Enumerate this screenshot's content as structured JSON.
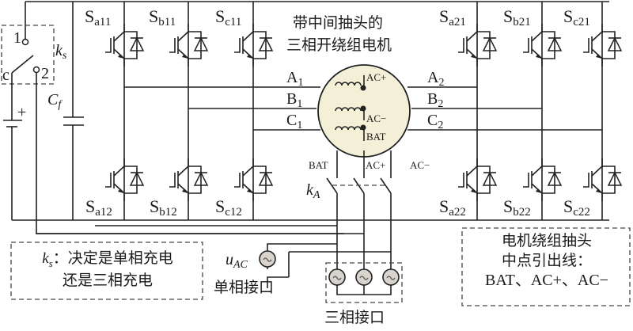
{
  "title_lines": [
    "带中间抽头的",
    "三相开绕组电机"
  ],
  "switches_upper_left": [
    {
      "base": "S",
      "sub": "a11"
    },
    {
      "base": "S",
      "sub": "b11"
    },
    {
      "base": "S",
      "sub": "c11"
    }
  ],
  "switches_lower_left": [
    {
      "base": "S",
      "sub": "a12"
    },
    {
      "base": "S",
      "sub": "b12"
    },
    {
      "base": "S",
      "sub": "c12"
    }
  ],
  "switches_upper_right": [
    {
      "base": "S",
      "sub": "a21"
    },
    {
      "base": "S",
      "sub": "b21"
    },
    {
      "base": "S",
      "sub": "c21"
    }
  ],
  "switches_lower_right": [
    {
      "base": "S",
      "sub": "a22"
    },
    {
      "base": "S",
      "sub": "b22"
    },
    {
      "base": "S",
      "sub": "c22"
    }
  ],
  "phases_left": [
    {
      "base": "A",
      "sub": "1"
    },
    {
      "base": "B",
      "sub": "1"
    },
    {
      "base": "C",
      "sub": "1"
    }
  ],
  "phases_right": [
    {
      "base": "A",
      "sub": "2"
    },
    {
      "base": "B",
      "sub": "2"
    },
    {
      "base": "C",
      "sub": "2"
    }
  ],
  "motor_taps": [
    "AC+",
    "AC−",
    "BAT"
  ],
  "tap_wire_labels": [
    "BAT",
    "AC+",
    "AC−"
  ],
  "switch_ks": {
    "base": "k",
    "sub": "s",
    "pos1": "1",
    "pos2": "2",
    "common": "c"
  },
  "switch_ka": {
    "base": "k",
    "sub": "A"
  },
  "capacitor": {
    "base": "C",
    "sub": "f"
  },
  "battery_plus": "+",
  "single_phase": {
    "source_base": "u",
    "source_sub": "AC",
    "label": "单相接口"
  },
  "three_phase": {
    "label": "三相接口"
  },
  "ac_symbol": "~",
  "note_ks": {
    "prefix_base": "k",
    "prefix_sub": "s",
    "line1": "：决定是单相充电",
    "line2": "还是三相充电"
  },
  "note_taps": {
    "line1": "电机绕组抽头",
    "line2": "中点引出线：",
    "line3": "BAT、AC+、AC−"
  }
}
